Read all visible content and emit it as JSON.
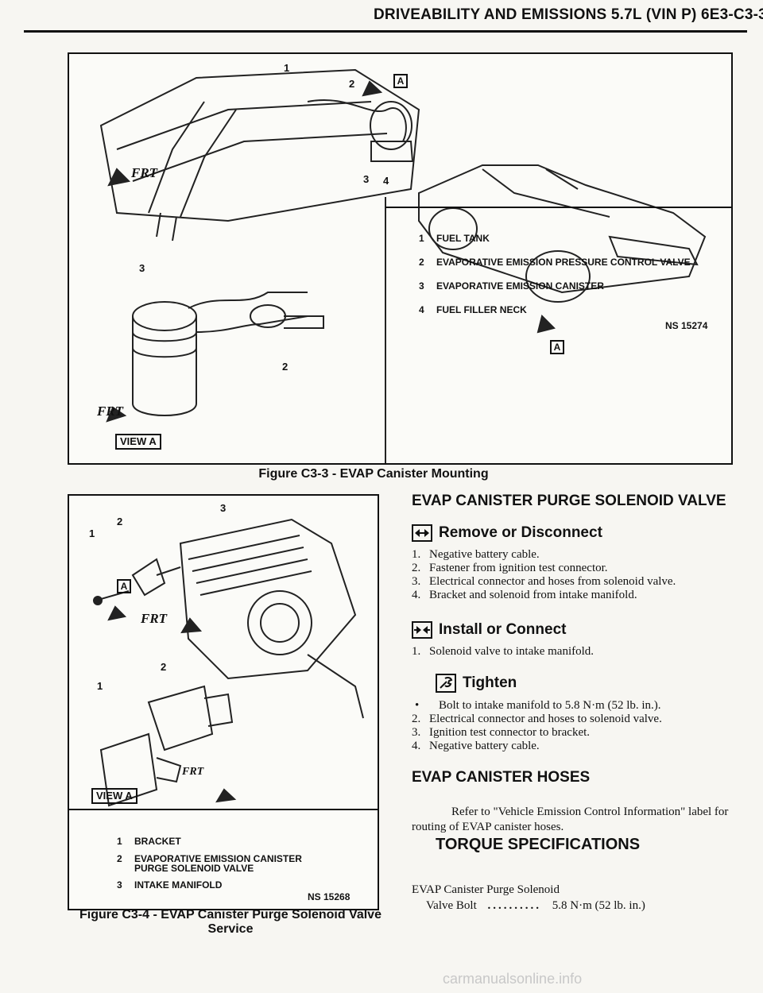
{
  "header": {
    "title": "DRIVEABILITY AND EMISSIONS 5.7L (VIN P) 6E3-C3-3"
  },
  "figure_c3_3": {
    "callouts": [
      "1",
      "2",
      "3",
      "4",
      "3",
      "2"
    ],
    "view_label": "VIEW A",
    "view_marker": "A",
    "frt_label": "FRT",
    "legend": [
      {
        "num": "1",
        "label": "FUEL TANK"
      },
      {
        "num": "2",
        "label": "EVAPORATIVE EMISSION PRESSURE CONTROL VALVE"
      },
      {
        "num": "3",
        "label": "EVAPORATIVE EMISSION CANISTER"
      },
      {
        "num": "4",
        "label": "FUEL FILLER NECK"
      }
    ],
    "ns_number": "NS 15274",
    "caption": "Figure C3-3 - EVAP Canister Mounting"
  },
  "figure_c3_4": {
    "callouts": [
      "3",
      "2",
      "1",
      "2",
      "1"
    ],
    "view_label": "VIEW A",
    "view_marker": "A",
    "frt_label": "FRT",
    "legend": [
      {
        "num": "1",
        "label": "BRACKET"
      },
      {
        "num": "2",
        "label": "EVAPORATIVE EMISSION CANISTER"
      },
      {
        "num": "",
        "label": "PURGE SOLENOID VALVE"
      },
      {
        "num": "3",
        "label": "INTAKE MANIFOLD"
      }
    ],
    "ns_number": "NS 15268",
    "caption_line1": "Figure C3-4 - EVAP Canister Purge Solenoid Valve",
    "caption_line2": "Service"
  },
  "section_purge": {
    "heading": "EVAP CANISTER PURGE SOLENOID VALVE",
    "remove": {
      "heading": "Remove or Disconnect",
      "steps": [
        {
          "num": "1.",
          "text": "Negative battery cable."
        },
        {
          "num": "2.",
          "text": "Fastener from ignition test connector."
        },
        {
          "num": "3.",
          "text": "Electrical connector and hoses from solenoid valve."
        },
        {
          "num": "4.",
          "text": "Bracket and solenoid from intake manifold."
        }
      ]
    },
    "install": {
      "heading": "Install or Connect",
      "steps": [
        {
          "num": "1.",
          "text": "Solenoid valve to intake manifold."
        }
      ]
    },
    "tighten": {
      "heading": "Tighten",
      "steps": [
        {
          "num": "•",
          "text": "Bolt to intake manifold to 5.8 N·m (52 lb. in.)."
        },
        {
          "num": "2.",
          "text": "Electrical connector and hoses to solenoid valve."
        },
        {
          "num": "3.",
          "text": "Ignition test connector to bracket."
        },
        {
          "num": "4.",
          "text": "Negative battery cable."
        }
      ]
    }
  },
  "section_hoses": {
    "heading": "EVAP CANISTER HOSES",
    "body": "Refer to \"Vehicle Emission Control Information\" label for routing of EVAP canister hoses."
  },
  "torque": {
    "heading": "TORQUE SPECIFICATIONS",
    "item_line1": "EVAP Canister Purge Solenoid",
    "item_line2": "Valve Bolt",
    "dots": "..........",
    "value": "5.8 N·m (52 lb. in.)"
  },
  "watermark": "carmanualsonline.info"
}
